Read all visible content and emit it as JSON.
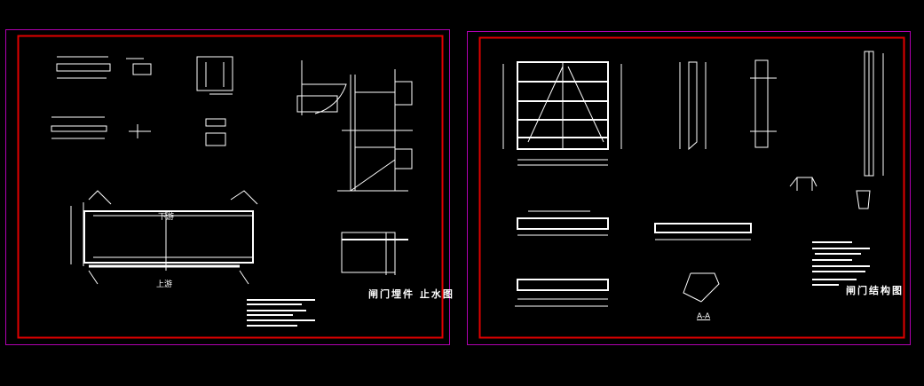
{
  "colors": {
    "background": "#000000",
    "outer_border": "#b000b0",
    "inner_border": "#e00000",
    "lines": "#ffffff"
  },
  "sheet_left": {
    "title": "闸门埋件 止水图",
    "labels": {
      "upstream": "上游",
      "downstream": "下游"
    }
  },
  "sheet_right": {
    "title": "闸门结构图",
    "section_label": "A-A"
  }
}
